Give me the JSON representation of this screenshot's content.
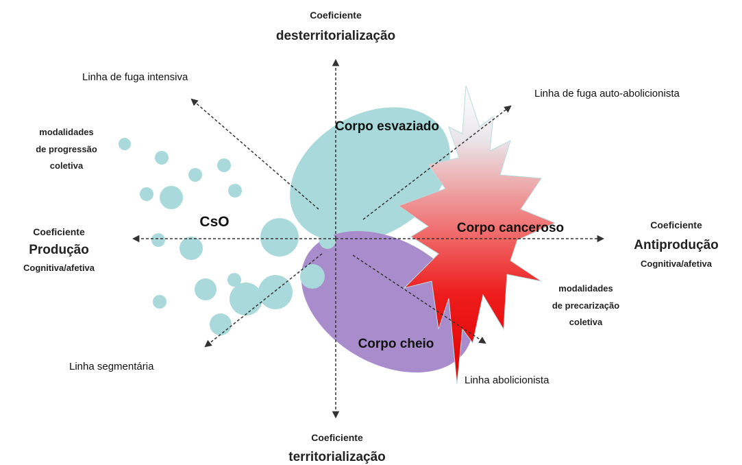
{
  "axes": {
    "top": {
      "line1": "Coeficiente",
      "line2": "desterritorialização"
    },
    "bottom": {
      "line1": "Coeficiente",
      "line2": "territorialização"
    },
    "left": {
      "line1": "Coeficiente",
      "line2": "Produção",
      "line3": "Cognitiva/afetiva"
    },
    "right": {
      "line1": "Coeficiente",
      "line2": "Antiprodução",
      "line3": "Cognitiva/afetiva"
    }
  },
  "lines": {
    "intensive": "Linha de fuga intensiva",
    "auto_abolitionist": "Linha de fuga auto-abolicionista",
    "segmentary": "Linha segmentária",
    "abolitionist": "Linha abolicionista"
  },
  "bodies": {
    "emptied": "Corpo esvaziado",
    "full": "Corpo cheio",
    "cancerous": "Corpo canceroso",
    "cso": "CsO"
  },
  "modalities": {
    "progression": {
      "line1": "modalidades",
      "line2": "de progressão",
      "line3": "coletiva"
    },
    "precarization": {
      "line1": "modalidades",
      "line2": "de precarização",
      "line3": "coletiva"
    }
  },
  "colors": {
    "emptied_fill": "#a9d9da",
    "full_fill": "#a98ccc",
    "bubble_fill": "#a9d9da",
    "cancer_red": "#ee1111",
    "arrow": "#333333"
  }
}
